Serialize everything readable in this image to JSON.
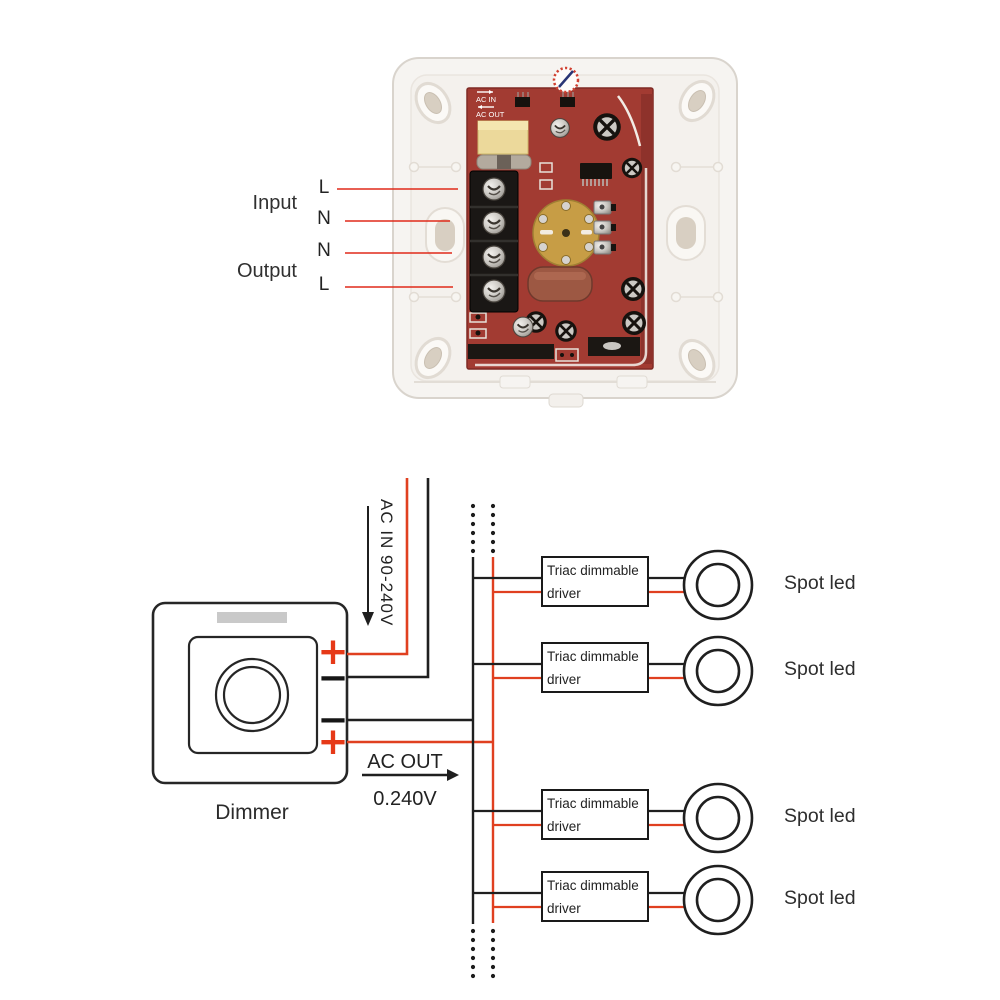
{
  "colors": {
    "live_wire_red": "#e04020",
    "neutral_wire_black": "#1f1f1f",
    "terminal_plus_red": "#e63917",
    "pcb_red": "#a23b32",
    "enclosure_white": "#f6f4f1",
    "knob_bar_gray": "#c9c9c9"
  },
  "photo": {
    "labels": {
      "input": "Input",
      "output": "Output"
    },
    "wire_labels": [
      "L",
      "N",
      "N",
      "L"
    ],
    "pcb": {
      "ac_in": "AC IN",
      "ac_out": "AC OUT"
    }
  },
  "diagram": {
    "dimmer": {
      "label": "Dimmer",
      "terminals": {
        "top_plus": "+",
        "top_minus": "−",
        "bottom_minus": "−",
        "bottom_plus": "+"
      }
    },
    "ac_in": {
      "label": "AC IN 90-240V"
    },
    "ac_out": {
      "label": "AC OUT",
      "voltage": "0.240V"
    },
    "drivers": [
      {
        "line1": "Triac dimmable",
        "line2": "driver"
      },
      {
        "line1": "Triac dimmable",
        "line2": "driver"
      },
      {
        "line1": "Triac dimmable",
        "line2": "driver"
      },
      {
        "line1": "Triac dimmable",
        "line2": "driver"
      }
    ],
    "spot_leds": [
      "Spot led",
      "Spot led",
      "Spot led",
      "Spot led"
    ]
  }
}
